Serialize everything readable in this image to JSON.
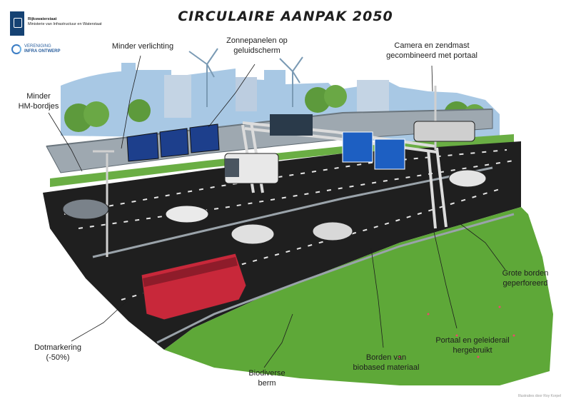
{
  "title": "CIRCULAIRE AANPAK 2050",
  "logos": {
    "rijkswaterstaat": {
      "name": "Rijkswaterstaat",
      "ministry": "Ministerie van Infrastructuur en Waterstaat"
    },
    "vereniging": {
      "line1": "VERENIGING",
      "line2": "INFRA ONTWERP"
    }
  },
  "labels": {
    "minder_verlichting": "Minder verlichting",
    "zonnepanelen": [
      "Zonnepanelen op",
      "geluidscherm"
    ],
    "camera": [
      "Camera en zendmast",
      "gecombineerd met portaal"
    ],
    "hm_bordjes": [
      "Minder",
      "HM-bordjes"
    ],
    "grote_borden": [
      "Grote borden",
      "geperforeerd"
    ],
    "dotmarkering": [
      "Dotmarkering",
      "(-50%)"
    ],
    "portaal": [
      "Portaal en geleiderail",
      "hergebruikt"
    ],
    "borden_biobased": [
      "Borden van",
      "biobased materiaal"
    ],
    "biodiverse_berm": [
      "Biodiverse",
      "berm"
    ]
  },
  "credit": "Illustraties door Roy Korpel",
  "colors": {
    "asphalt": "#1f1f1f",
    "grass": "#5ea838",
    "sign_blue": "#1d5fc2",
    "bus_red": "#c8283a",
    "sky": "#a8c8e4"
  }
}
